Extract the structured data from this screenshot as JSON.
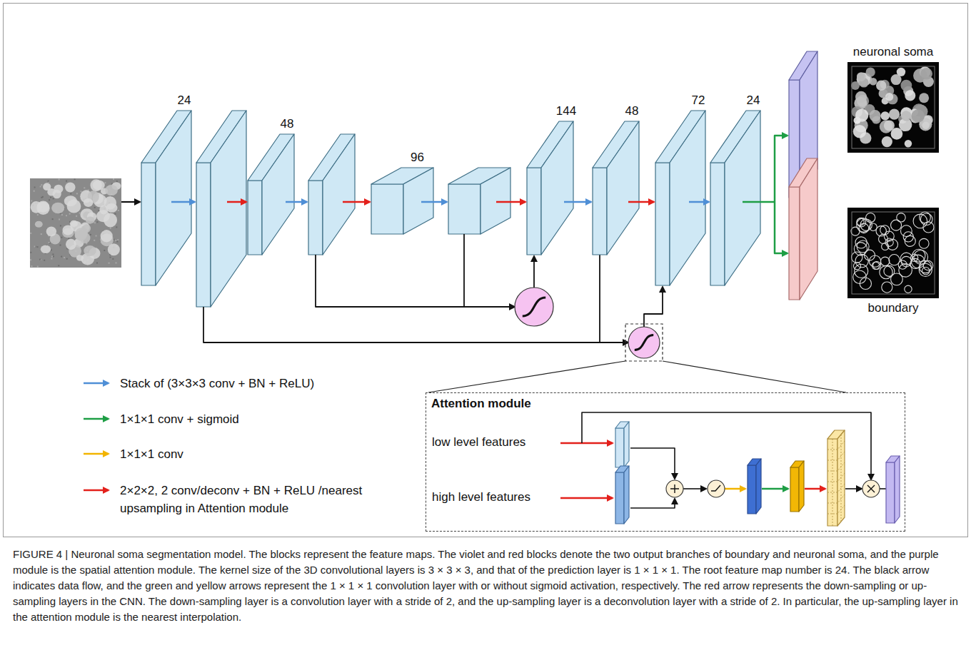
{
  "diagram": {
    "caption": "FIGURE 4 | Neuronal soma segmentation model. The blocks represent the feature maps. The violet and red blocks denote the two output branches of boundary and neuronal soma, and the purple module is the spatial attention module. The kernel size of the 3D convolutional layers is 3 × 3 × 3, and that of the prediction layer is 1 × 1 × 1. The root feature map number is 24. The black arrow indicates data flow, and the green and yellow arrows represent the 1 × 1 × 1 convolution layer with or without sigmoid activation, respectively. The red arrow represents the down-sampling or up-sampling layers in the CNN. The down-sampling layer is a convolution layer with a stride of 2, and the up-sampling layer is a deconvolution layer with a stride of 2. In particular, the up-sampling layer in the attention module is the nearest interpolation.",
    "nodes": [
      {
        "text": [
          "24"
        ]
      },
      {
        "text": [
          "48"
        ]
      },
      {
        "text": [
          "96"
        ]
      },
      {
        "text": [
          "144"
        ]
      },
      {
        "text": [
          "48"
        ]
      },
      {
        "text": [
          "72"
        ]
      },
      {
        "text": [
          "24"
        ]
      },
      {
        "text": [
          "neuronal soma"
        ]
      },
      {
        "text": [
          "boundary"
        ]
      },
      {
        "text": [
          "Attention module"
        ]
      }
    ],
    "labels": [
      "low level features",
      "high level features"
    ],
    "legend": [
      {
        "text": "Stack of (3×3×3 conv + BN + ReLU)"
      },
      {
        "text": "1×1×1 conv + sigmoid"
      },
      {
        "text": "1×1×1 conv"
      },
      {
        "text": "2×2×2, 2 conv/deconv + BN + ReLU /nearest upsampling in Attention module"
      }
    ]
  }
}
